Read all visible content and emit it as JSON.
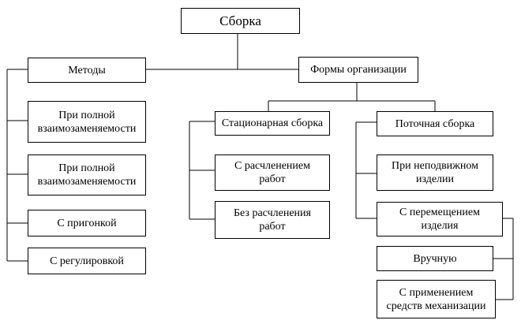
{
  "diagram": {
    "root": {
      "label": "Сборка"
    },
    "methods": {
      "label": "Методы",
      "items": [
        "При полной\nвзаимозаменяемости",
        "При полной\nвзаимозаменяемости",
        "С пригонкой",
        "С регулировкой"
      ]
    },
    "forms": {
      "label": "Формы организации",
      "stationary": {
        "label": "Стационарная сборка",
        "items": [
          "С расчленением\nработ",
          "Без  расчленения\nработ"
        ]
      },
      "flow": {
        "label": "Поточная сборка",
        "items": [
          "При неподвижном\nизделии",
          "С перемещением\nизделия"
        ],
        "moving_subitems": [
          "Вручную",
          "С применением\nсредств механизации"
        ]
      }
    }
  }
}
